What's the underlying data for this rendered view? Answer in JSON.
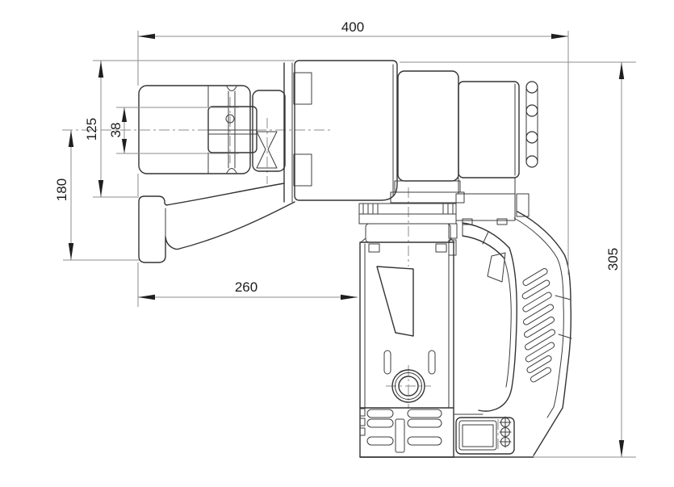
{
  "drawing": {
    "kind": "technical-drawing",
    "subject": "electric-torque-wrench-side-view",
    "colors": {
      "background": "#ffffff",
      "object_line": "#343434",
      "dimension_line": "#8d8d8d",
      "text": "#1c1c1c"
    },
    "dimensions": {
      "overall_length": "400",
      "overall_height": "305",
      "arm_reach": "260",
      "head_height": "125",
      "square_drive": "38",
      "center_to_foot": "180"
    }
  }
}
